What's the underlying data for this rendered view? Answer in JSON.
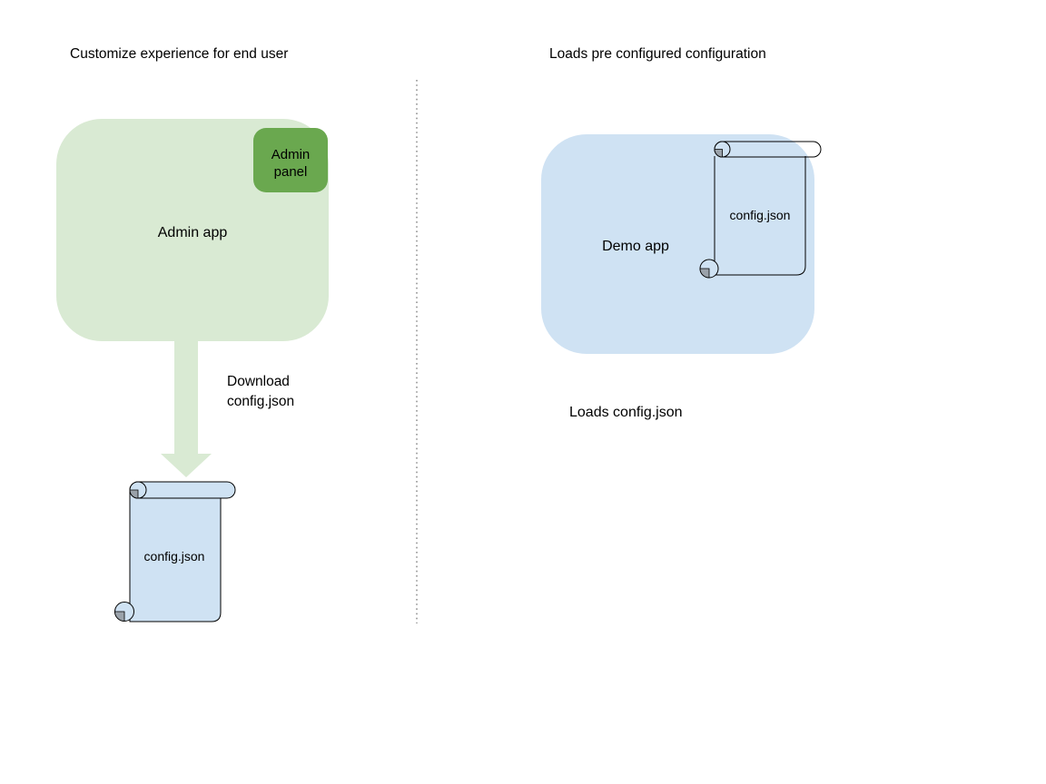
{
  "left_panel": {
    "title": "Customize experience for end user",
    "admin_app": {
      "label": "Admin app"
    },
    "admin_panel": {
      "line1": "Admin",
      "line2": "panel"
    },
    "arrow_label": {
      "line1": "Download",
      "line2": "config.json"
    },
    "config_file": {
      "label": "config.json"
    }
  },
  "right_panel": {
    "title": "Loads pre configured configuration",
    "demo_app": {
      "label": "Demo app"
    },
    "config_file": {
      "label": "config.json"
    },
    "caption": "Loads config.json"
  },
  "colors": {
    "light_green": "#d9ead3",
    "dark_green": "#6aa84f",
    "light_blue": "#cfe2f3",
    "arrow_green": "#d9ead3",
    "curl_gray": "#9aa2aa",
    "divider_gray": "#7a7a7a"
  }
}
